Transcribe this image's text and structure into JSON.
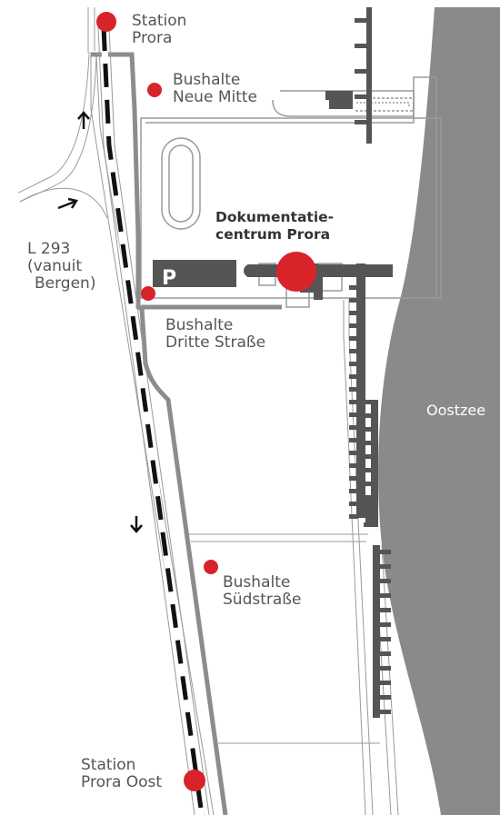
{
  "colors": {
    "sea": "#8a8a8a",
    "road": "#8c8c8c",
    "dark": "#555555",
    "marker": "#d8232a",
    "rail": "#111111",
    "text": "#555555"
  },
  "labels": {
    "station_prora": [
      "Station",
      "Prora"
    ],
    "bushalte_neue_mitte": [
      "Bushalte",
      "Neue Mitte"
    ],
    "dokumentatiecentrum": [
      "Dokumentatie-",
      "centrum Prora"
    ],
    "l293": [
      "L 293",
      "(vanuit",
      "Bergen)"
    ],
    "bushalte_dritte": [
      "Bushalte",
      "Dritte Straße"
    ],
    "ostsee": "Oostzee",
    "bushalte_sued": [
      "Bushalte",
      "Südstraße"
    ],
    "station_oost": [
      "Station",
      "Prora Oost"
    ],
    "parking": "P"
  },
  "icons": [
    "arrow-up-icon",
    "arrow-right-icon",
    "arrow-down-icon",
    "parking-icon",
    "location-marker-icon"
  ]
}
